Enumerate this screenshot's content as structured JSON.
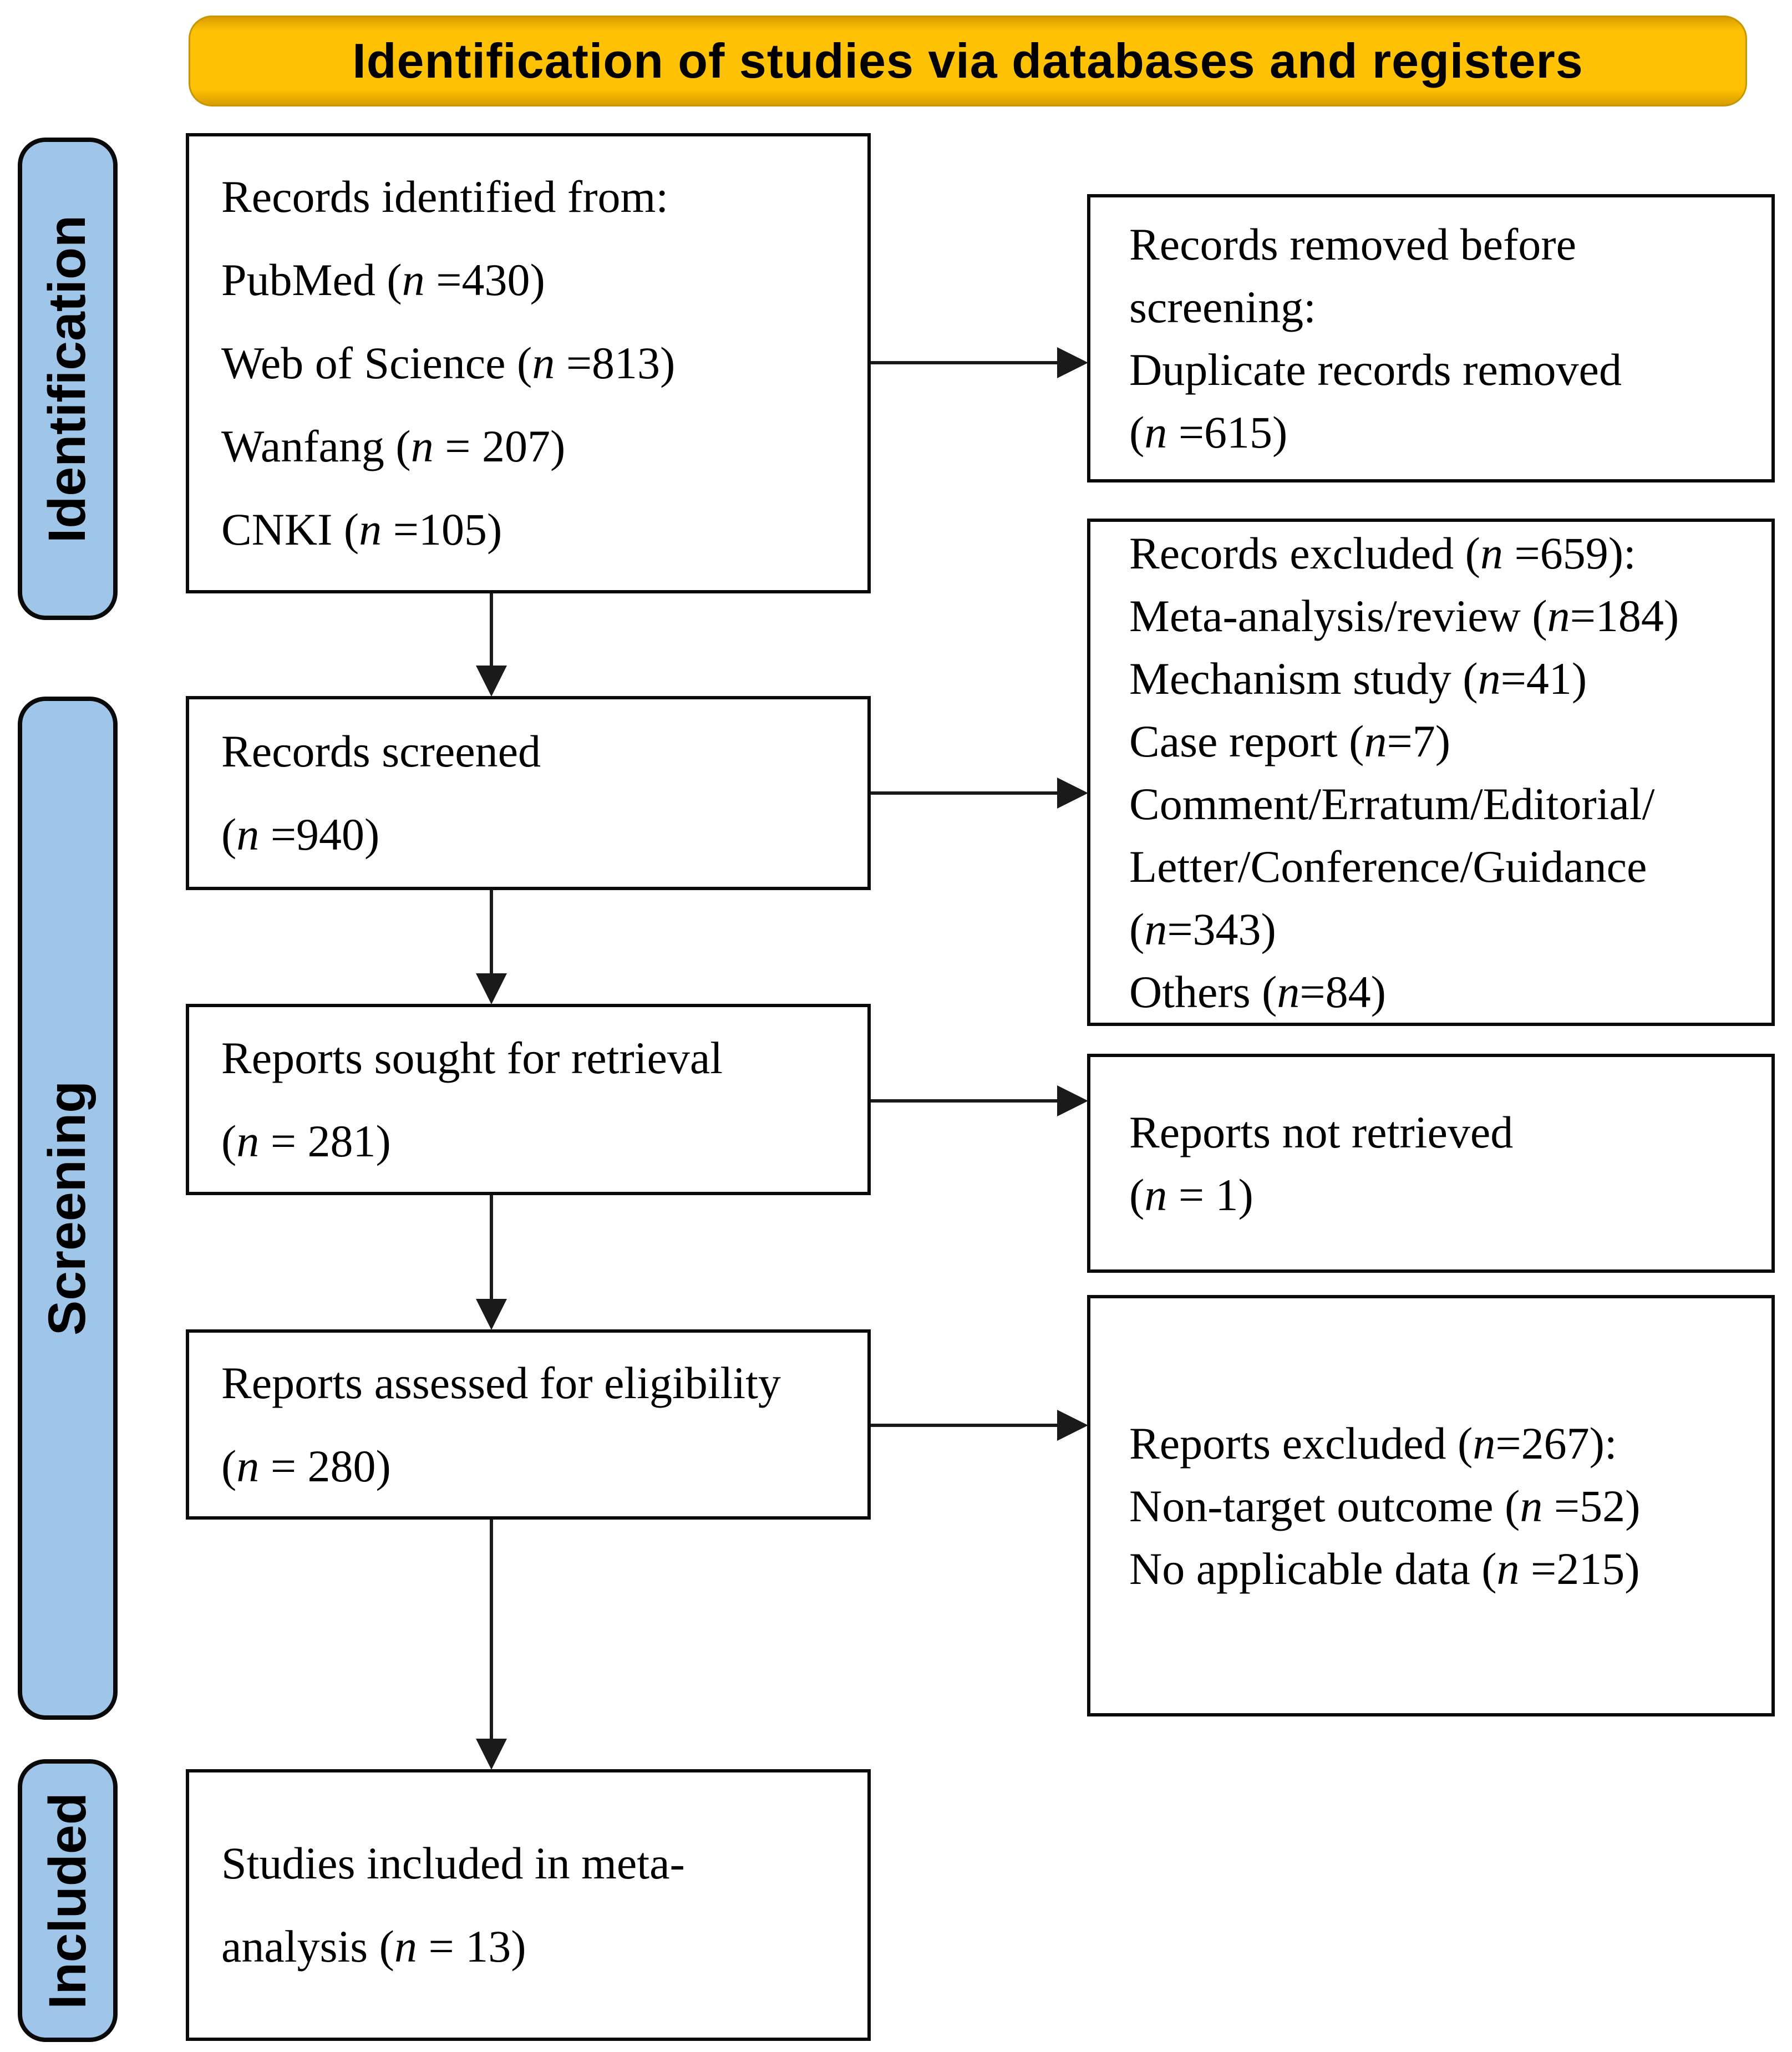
{
  "figure": {
    "type": "prisma-2020-flow-diagram",
    "banner": {
      "title": "Identification of studies via databases and registers"
    }
  },
  "sidebar": {
    "items": [
      {
        "label": "Identification"
      },
      {
        "label": "Screening"
      },
      {
        "label": "Included"
      }
    ]
  },
  "boxes": {
    "records_identified": {
      "lines": [
        "Records identified from:",
        "PubMed (n =430)",
        "Web of Science (n =813)",
        "Wanfang (n = 207)",
        "CNKI (n =105)"
      ]
    },
    "records_removed": {
      "lines": [
        "Records removed before",
        "screening:",
        "Duplicate records removed",
        "(n =615)"
      ]
    },
    "records_screened": {
      "lines": [
        "Records screened",
        "(n =940)"
      ]
    },
    "records_excluded": {
      "lines": [
        "Records excluded (n =659):",
        "Meta-analysis/review (n=184)",
        "Mechanism study (n=41)",
        "Case report (n=7)",
        "Comment/Erratum/Editorial/",
        "Letter/Conference/Guidance",
        "(n=343)",
        "Others (n=84)"
      ]
    },
    "reports_sought": {
      "lines": [
        "Reports sought for retrieval",
        "(n = 281)"
      ]
    },
    "reports_not_retrieved": {
      "lines": [
        "Reports not retrieved",
        "(n = 1)"
      ]
    },
    "reports_assessed": {
      "lines": [
        "Reports assessed for eligibility",
        "(n = 280)"
      ]
    },
    "reports_excluded": {
      "lines": [
        "Reports excluded (n=267):",
        "Non-target outcome (n =52)",
        "No applicable data (n =215)"
      ]
    },
    "studies_included": {
      "lines": [
        "Studies included in meta-",
        "analysis (n = 13)"
      ]
    }
  },
  "colors": {
    "banner_bg": "#FFC000",
    "banner_border": "#C79600",
    "sidebar_bg": "#9FC5E8",
    "box_bg": "#FFFFFF",
    "box_border": "#0A0A0A",
    "arrow": "#1A1A1A",
    "text": "#000000"
  }
}
